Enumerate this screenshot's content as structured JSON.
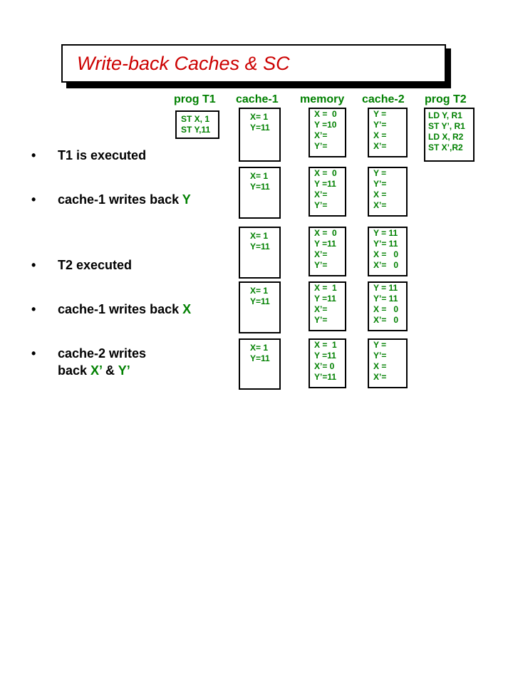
{
  "title": "Write-back Caches & SC",
  "headers": {
    "prog_t1": "prog T1",
    "cache1": "cache-1",
    "memory": "memory",
    "cache2": "cache-2",
    "prog_t2": "prog T2"
  },
  "prog_t1": {
    "lines": [
      "ST X, 1",
      "ST Y,11"
    ]
  },
  "prog_t2": {
    "lines": [
      "LD Y, R1",
      "ST Y’, R1",
      "LD X, R2",
      "ST X’,R2"
    ]
  },
  "rows": [
    {
      "cache1": [
        "X= 1",
        "Y=11"
      ],
      "memory": [
        "X =  0",
        "Y =10",
        "X’=",
        "Y’="
      ],
      "cache2": [
        "Y =",
        "Y’=",
        "X =",
        "X’="
      ]
    },
    {
      "cache1": [
        "X= 1",
        "Y=11"
      ],
      "memory": [
        "X =  0",
        "Y =11",
        "X’=",
        "Y’="
      ],
      "cache2": [
        "Y =",
        "Y’=",
        "X =",
        "X’="
      ]
    },
    {
      "cache1": [
        "X= 1",
        "Y=11"
      ],
      "memory": [
        "X =  0",
        "Y =11",
        "X’=",
        "Y’="
      ],
      "cache2": [
        "Y = 11",
        "Y’= 11",
        "X =   0",
        "X’=   0"
      ]
    },
    {
      "cache1": [
        "X= 1",
        "Y=11"
      ],
      "memory": [
        "X =  1",
        "Y =11",
        "X’=",
        "Y’="
      ],
      "cache2": [
        "Y = 11",
        "Y’= 11",
        "X =   0",
        "X’=   0"
      ]
    },
    {
      "cache1": [
        "X= 1",
        "Y=11"
      ],
      "memory": [
        "X =  1",
        "Y =11",
        "X’= 0",
        "Y’=11"
      ],
      "cache2": [
        "Y =",
        "Y’=",
        "X =",
        "X’="
      ]
    }
  ],
  "bullets": [
    {
      "dot": "•",
      "line1": "T1 is executed"
    },
    {
      "dot": "•",
      "line1": "cache-1 writes back ",
      "hl1": "Y"
    },
    {
      "dot": "•",
      "line1": "T2 executed"
    },
    {
      "dot": "•",
      "line1": "cache-1 writes back ",
      "hl1": "X"
    },
    {
      "dot": "•",
      "line1": "cache-2 writes",
      "line2_pre": "back ",
      "hl_a": "X’",
      "mid": " & ",
      "hl_b": "Y’"
    }
  ]
}
